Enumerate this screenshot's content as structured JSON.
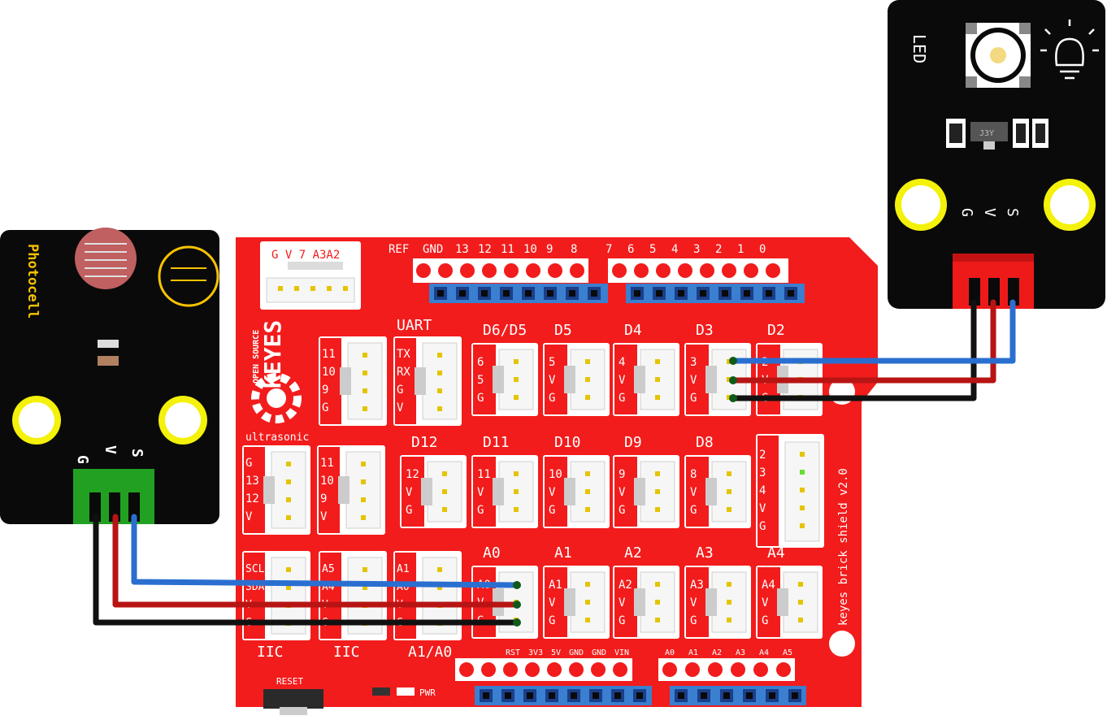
{
  "colors": {
    "board_red": "#f21c1c",
    "connector_white": "#f2f2f2",
    "header_blue": "#3a7fd0",
    "wire_blue": "#2a6fd0",
    "wire_red": "#b81414",
    "wire_black": "#111111",
    "module_black": "#0a0a0a",
    "mount_yellow": "#f4f10a",
    "photocell_green": "#22a022",
    "label_yellow": "#f7c300"
  },
  "shield": {
    "brand_sub": "OPEN SOURCE",
    "brand": "KEYES",
    "model": "keyes brick shield v2.0",
    "top_left_connector": "G  V  7 A3A2",
    "digital_high_labels": [
      "REF",
      "GND",
      "13",
      "12",
      "11",
      "10",
      "9",
      "8"
    ],
    "digital_low_labels": [
      "7",
      "6",
      "5",
      "4",
      "3",
      "2",
      "1",
      "0"
    ],
    "power_labels": [
      "RST",
      "3V3",
      "5V",
      "GND",
      "GND",
      "VIN"
    ],
    "analog_labels": [
      "A0",
      "A1",
      "A2",
      "A3",
      "A4",
      "A5"
    ],
    "reset_label": "RESET",
    "pwr_label": "PWR",
    "ports_row1": [
      {
        "title": "D6/D5",
        "pins": [
          "6",
          "5",
          "G"
        ]
      },
      {
        "title": "D5",
        "pins": [
          "5",
          "V",
          "G"
        ]
      },
      {
        "title": "D4",
        "pins": [
          "4",
          "V",
          "G"
        ]
      },
      {
        "title": "D3",
        "pins": [
          "3",
          "V",
          "G"
        ]
      },
      {
        "title": "D2",
        "pins": [
          "2",
          "V",
          "G"
        ]
      }
    ],
    "ports_row2": [
      {
        "title": "D12",
        "pins": [
          "12",
          "V",
          "G"
        ]
      },
      {
        "title": "D11",
        "pins": [
          "11",
          "V",
          "G"
        ]
      },
      {
        "title": "D10",
        "pins": [
          "10",
          "V",
          "G"
        ]
      },
      {
        "title": "D9",
        "pins": [
          "9",
          "V",
          "G"
        ]
      },
      {
        "title": "D8",
        "pins": [
          "8",
          "V",
          "G"
        ]
      }
    ],
    "ports_row3": [
      {
        "title": "A0",
        "pins": [
          "A0",
          "V",
          "G"
        ]
      },
      {
        "title": "A1",
        "pins": [
          "A1",
          "V",
          "G"
        ]
      },
      {
        "title": "A2",
        "pins": [
          "A2",
          "V",
          "G"
        ]
      },
      {
        "title": "A3",
        "pins": [
          "A3",
          "V",
          "G"
        ]
      },
      {
        "title": "A4",
        "pins": [
          "A4",
          "V",
          "G"
        ]
      }
    ],
    "spi_pins": [
      "11",
      "10",
      "9",
      "G"
    ],
    "uart_title": "UART",
    "uart_pins": [
      "TX",
      "RX",
      "G",
      "V"
    ],
    "ultrasonic_title": "ultrasonic",
    "ultrasonic_pins": [
      "G",
      "13",
      "12",
      "V"
    ],
    "spi2_pins": [
      "11",
      "10",
      "9",
      "V"
    ],
    "right_vertical_pins": [
      "2",
      "3",
      "4",
      "V",
      "G"
    ],
    "iic_left_label": "IIC",
    "iic_left_pins": [
      "SCL",
      "SDA",
      "V",
      "G"
    ],
    "iic_right_label": "IIC",
    "iic_right_pins": [
      "A5",
      "A4",
      "V",
      "G"
    ],
    "a1a0_label": "A1/A0",
    "a1a0_pins": [
      "A1",
      "A0",
      "V",
      "G"
    ]
  },
  "photocell": {
    "label": "Photocell",
    "pins": [
      "G",
      "V",
      "S"
    ]
  },
  "led": {
    "label": "LED",
    "chip": "J3Y",
    "pins": [
      "G",
      "V",
      "S"
    ]
  }
}
